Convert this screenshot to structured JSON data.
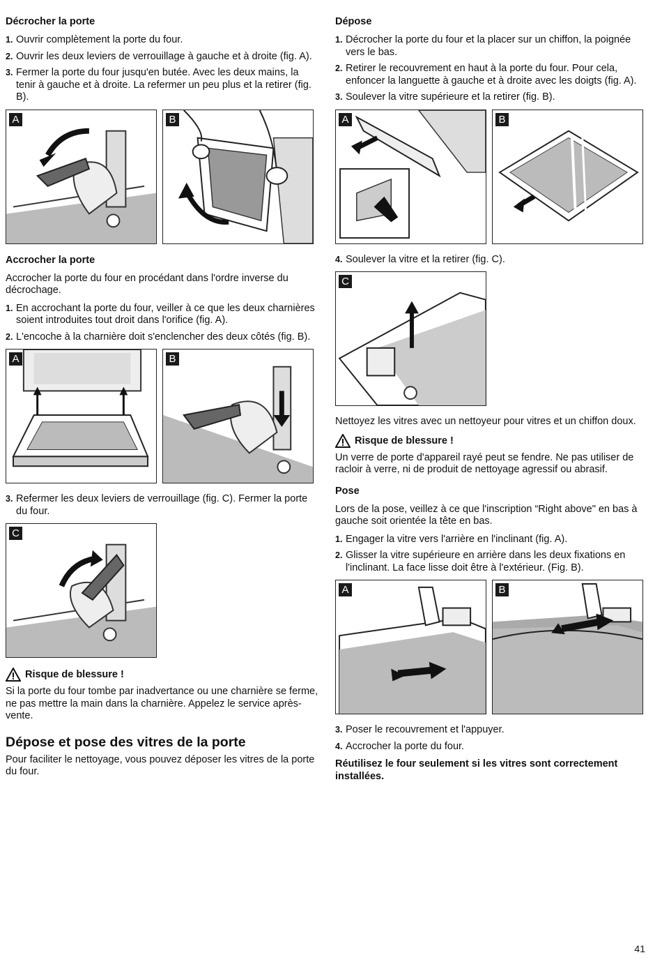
{
  "left": {
    "s1": {
      "title": "Décrocher la porte",
      "steps": [
        {
          "n": "1.",
          "t": "Ouvrir complètement la porte du four."
        },
        {
          "n": "2.",
          "t": "Ouvrir les deux leviers de verrouillage à gauche et à droite (fig. A)."
        },
        {
          "n": "3.",
          "t": "Fermer la porte du four jusqu'en butée. Avec les deux mains, la tenir à gauche et à droite. La refermer un peu plus et la retirer (fig. B)."
        }
      ],
      "figs": [
        "A",
        "B"
      ]
    },
    "s2": {
      "title": "Accrocher la porte",
      "intro": "Accrocher la porte du four en procédant dans l'ordre inverse du décrochage.",
      "steps": [
        {
          "n": "1.",
          "t": "En accrochant la porte du four, veiller à ce que les deux charnières soient introduites tout droit dans l'orifice (fig. A)."
        },
        {
          "n": "2.",
          "t": "L'encoche à la charnière doit s'enclencher des deux côtés (fig. B)."
        }
      ],
      "figs": [
        "A",
        "B"
      ],
      "step3": {
        "n": "3.",
        "t": "Refermer les deux leviers de verrouillage (fig. C). Fermer la porte du four."
      },
      "fig3": "C"
    },
    "warning": {
      "title": "Risque de blessure !",
      "text": "Si la porte du four tombe par inadvertance ou une charnière se ferme, ne pas mettre la main dans la charnière. Appelez le service après-vente."
    },
    "s3": {
      "title": "Dépose et pose des vitres de la porte",
      "text": "Pour faciliter le nettoyage, vous pouvez déposer les vitres de la porte du four."
    }
  },
  "right": {
    "s1": {
      "title": "Dépose",
      "steps": [
        {
          "n": "1.",
          "t": "Décrocher la porte du four et la placer sur un chiffon, la poignée vers le bas."
        },
        {
          "n": "2.",
          "t": "Retirer le recouvrement en haut à la porte du four. Pour cela, enfoncer la languette à gauche et à droite avec les doigts (fig. A)."
        },
        {
          "n": "3.",
          "t": "Soulever la vitre supérieure et la retirer (fig. B)."
        }
      ],
      "figs": [
        "A",
        "B"
      ],
      "step4": {
        "n": "4.",
        "t": "Soulever la vitre et la retirer (fig. C)."
      },
      "fig4": "C",
      "clean": "Nettoyez les vitres avec un nettoyeur pour vitres et un chiffon doux."
    },
    "warning": {
      "title": "Risque de blessure !",
      "text": "Un verre de porte d'appareil rayé peut se fendre. Ne pas utiliser de racloir à verre, ni de produit de nettoyage agressif ou abrasif."
    },
    "s2": {
      "title": "Pose",
      "intro": "Lors de la pose, veillez à ce que l'inscription “Right above\" en bas à gauche soit orientée la tête en bas.",
      "steps": [
        {
          "n": "1.",
          "t": "Engager la vitre vers l'arrière en l'inclinant (fig. A)."
        },
        {
          "n": "2.",
          "t": "Glisser la vitre supérieure en arrière dans les deux fixations en l'inclinant. La face lisse doit être à l'extérieur. (Fig. B)."
        }
      ],
      "figs": [
        "A",
        "B"
      ],
      "steps2": [
        {
          "n": "3.",
          "t": "Poser le recouvrement et l'appuyer."
        },
        {
          "n": "4.",
          "t": "Accrocher la porte du four."
        }
      ],
      "final": "Réutilisez le four seulement si les vitres sont correctement installées."
    }
  },
  "page_number": "41"
}
